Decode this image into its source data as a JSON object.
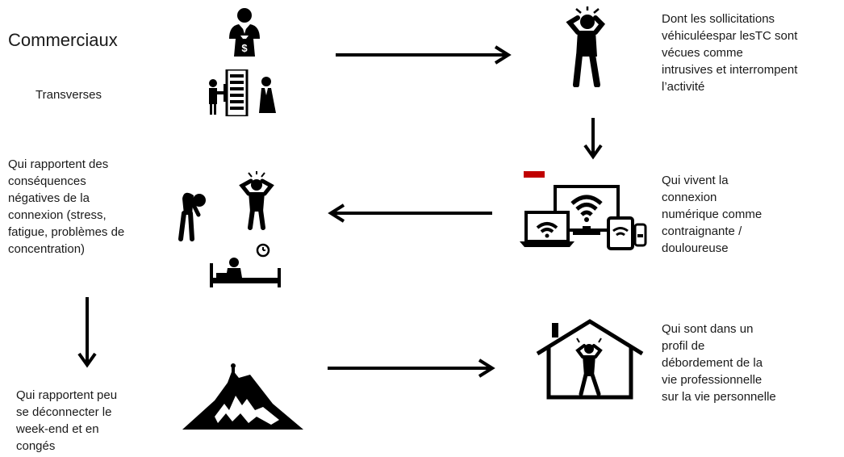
{
  "labels": {
    "commerciaux": "Commerciaux",
    "transverses": "Transverses",
    "sollicitations": "Dont les sollicitations\nvéhiculéespar lesTC sont\nvécues comme\nintrusives et interrompent\nl’activité",
    "connexion_contraignante": "Qui vivent la\nconnexion\nnumérique comme\ncontraignante /\ndouloureuse",
    "consequences": "Qui rapportent des\nconséquences\nnégatives de la\nconnexion (stress,\nfatigue, problèmes de\nconcentration)",
    "debordement": "Qui sont dans un\nprofil de\ndébordement de la\nvie professionnelle\nsur la vie personnelle",
    "deconnecter": "Qui rapportent peu\nse déconnecter le\nweek-end et en\ncongés"
  },
  "icons": {
    "businessman": "businessman-money-bag-icon",
    "office_workers": "office-workers-icon",
    "stressed_person": "stressed-person-icon",
    "devices": "connected-devices-icon",
    "fatigue_group": "fatigue-stress-insomnia-icon",
    "house_stress": "stressed-person-at-home-icon",
    "mountain": "mountain-climber-icon"
  },
  "colors": {
    "ink": "#000000",
    "text": "#1a1a1a",
    "alert": "#c00000"
  }
}
